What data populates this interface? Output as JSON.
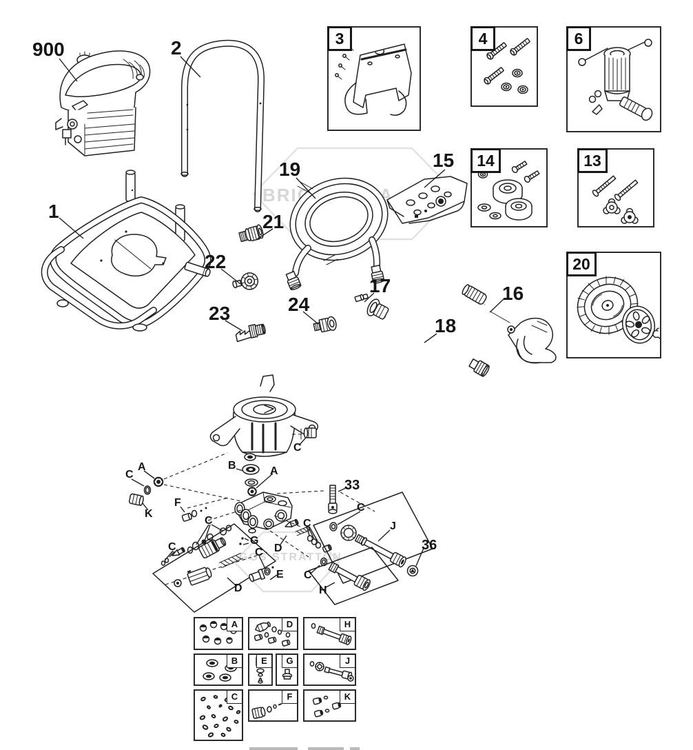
{
  "watermark": {
    "top_left": "BRIG",
    "top_right": "TRA",
    "bottom": "GGS STRATTON"
  },
  "callouts": {
    "engine": "900",
    "handle": "2",
    "frame": "1",
    "high_pressure_hose": "19",
    "nozzle_kit": "15",
    "outlet_coupler": "21",
    "chemical_fitting": "22",
    "hose_barb": "23",
    "inlet_fitting": "24",
    "nozzle_tip": "17",
    "spray_wand": "18",
    "spray_gun": "16",
    "pump_bolt": "33",
    "thermal_valve": "36"
  },
  "boxed_tags": {
    "engine_bracket": "3",
    "hardware_kit": "4",
    "pump_assembly": "6",
    "isolator_kit": "14",
    "knob_kit": "13",
    "wheel_kit": "20"
  },
  "pump_letters": {
    "a": "A",
    "b": "B",
    "c": "C",
    "d": "D",
    "e": "E",
    "f": "F",
    "g": "G",
    "h": "H",
    "j": "J",
    "k": "K"
  },
  "kit_box_tags": {
    "a": "A",
    "b": "B",
    "c": "C",
    "d": "D",
    "e": "E",
    "f": "F",
    "g": "G",
    "h": "H",
    "j": "J",
    "k": "K"
  }
}
